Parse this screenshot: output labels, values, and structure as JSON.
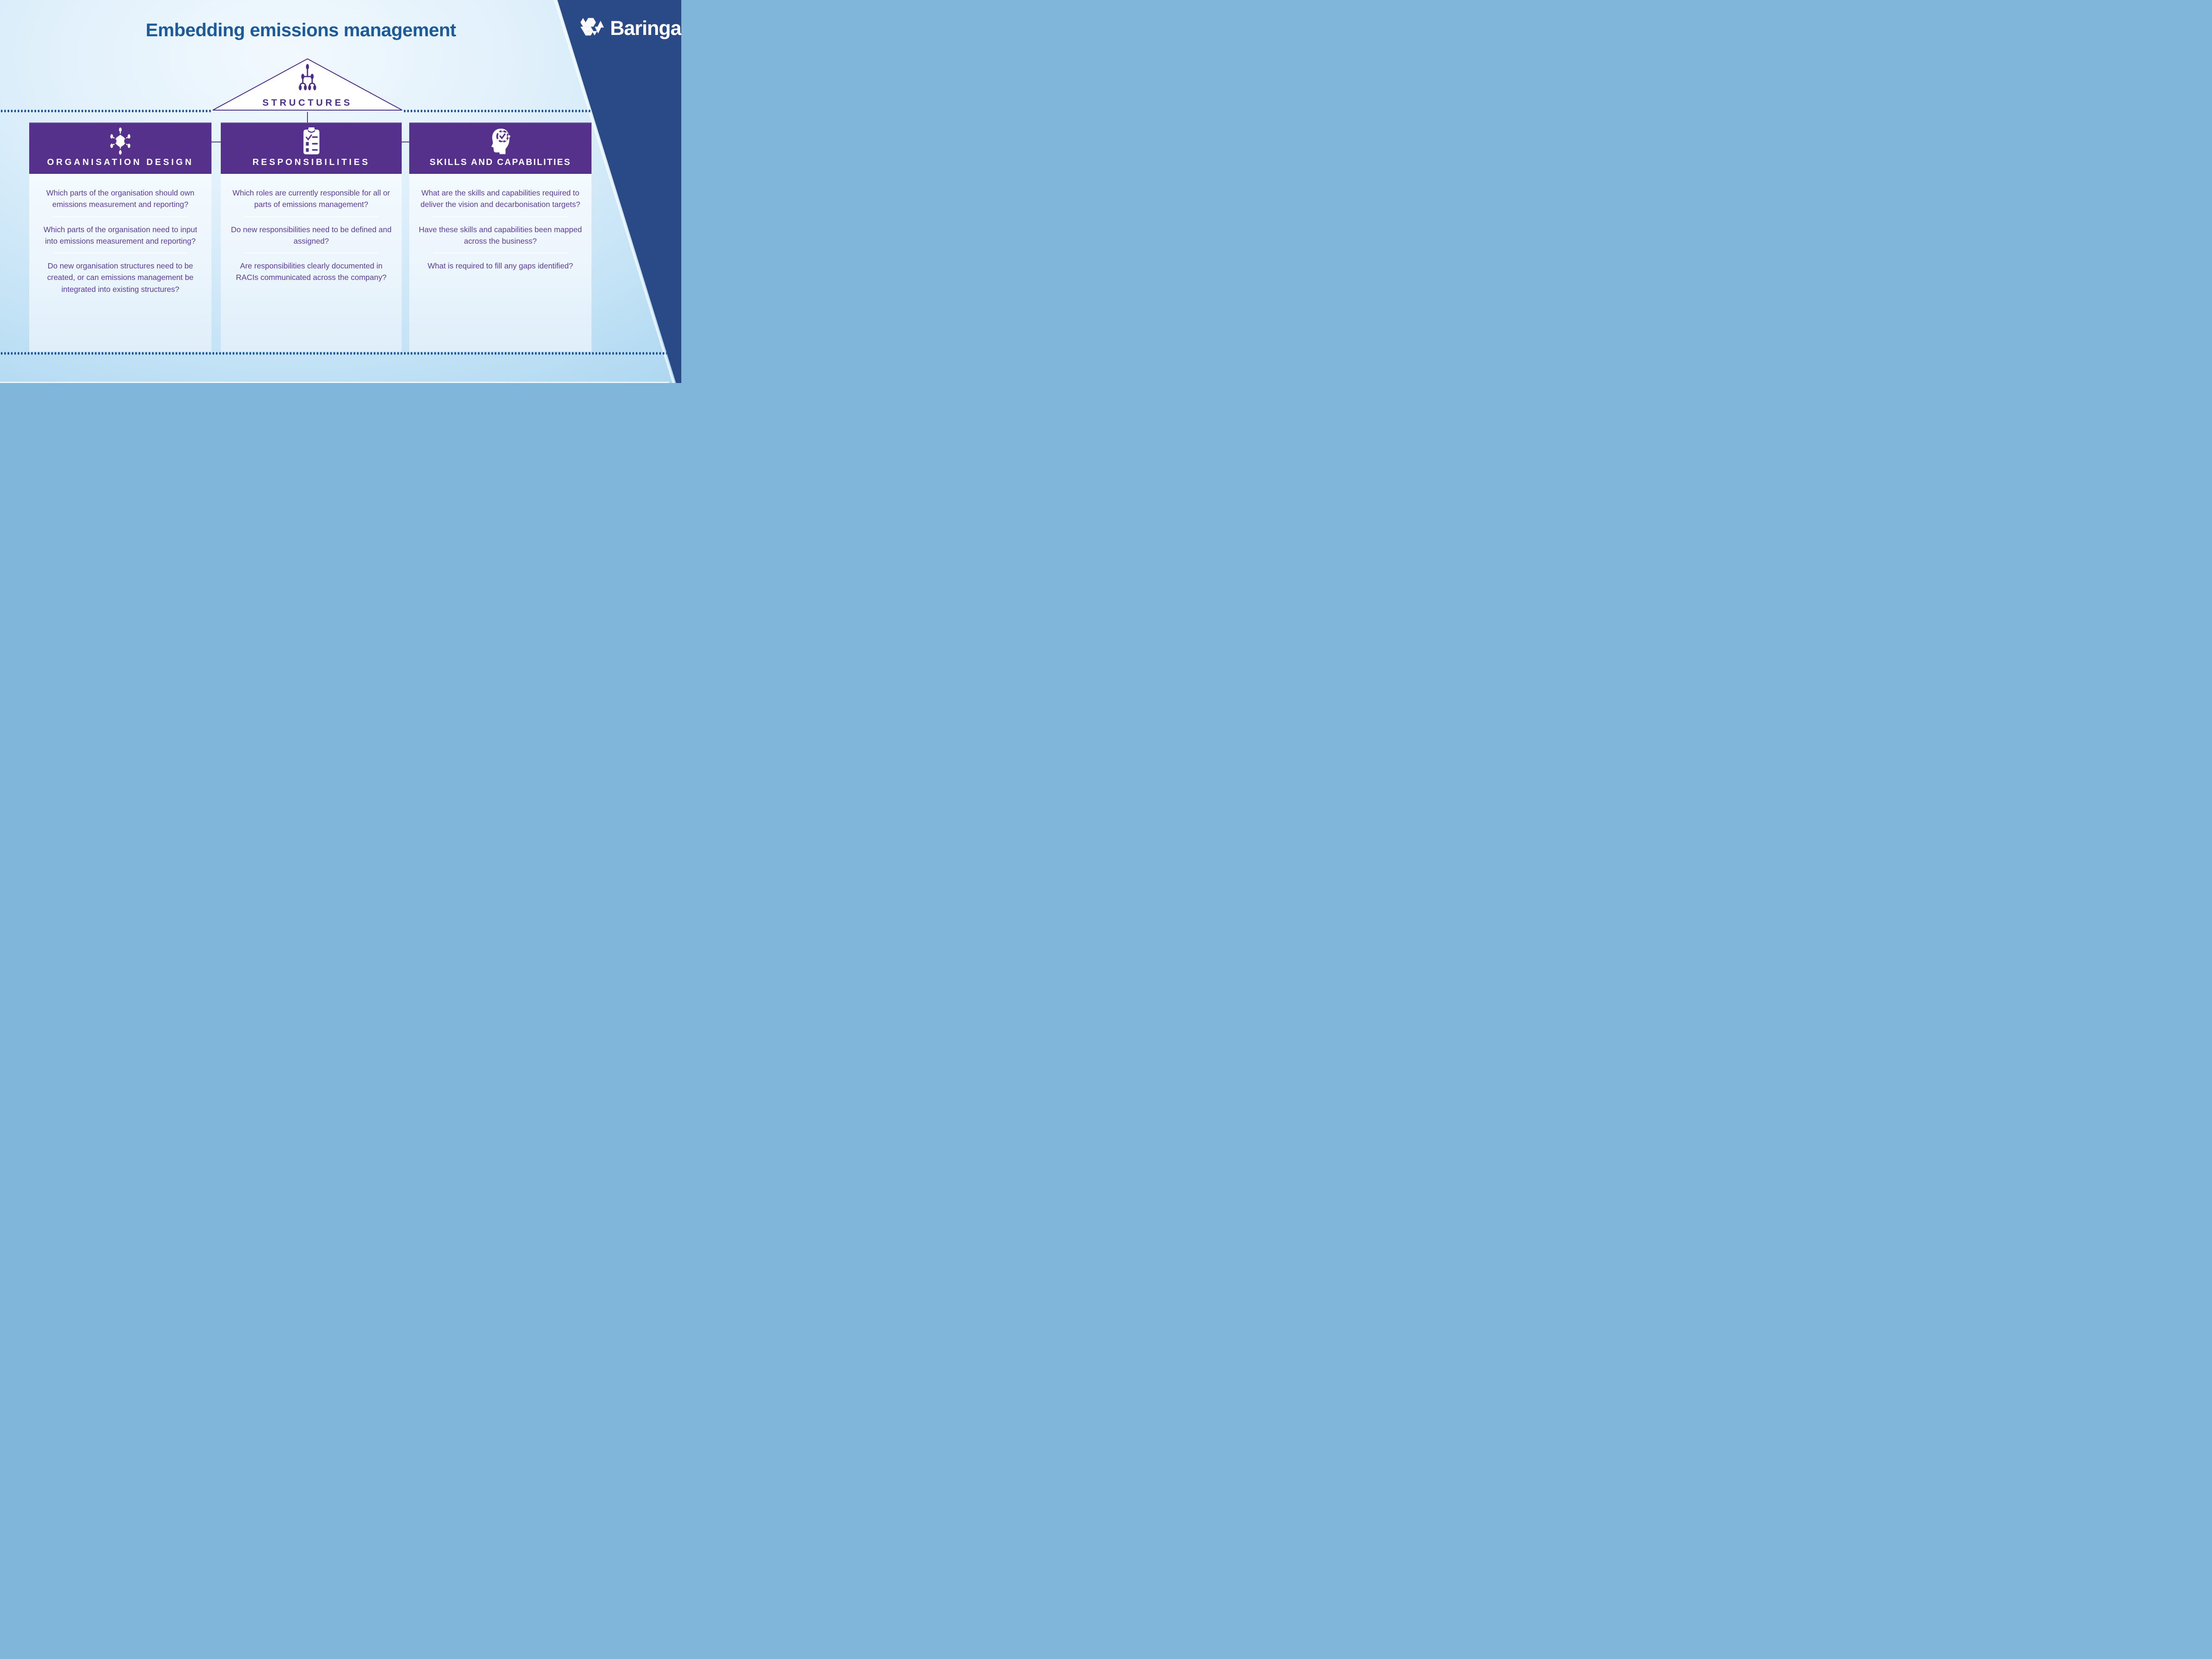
{
  "title": "Embedding emissions management",
  "brand": {
    "name": "Baringa"
  },
  "top_node": {
    "label": "STRUCTURES",
    "icon": "org-chart-icon"
  },
  "columns": [
    {
      "header": "ORGANISATION DESIGN",
      "icon": "network-nodes-icon",
      "questions": [
        "Which parts of the organisation should own emissions measurement and reporting?",
        "Which parts of the organisation need to input into emissions measurement and reporting?",
        "Do new organisation structures need to be created, or can emissions management be integrated into existing structures?"
      ]
    },
    {
      "header": "RESPONSIBILITIES",
      "icon": "checklist-clipboard-icon",
      "questions": [
        "Which roles are currently responsible for all or parts of emissions management?",
        "Do new responsibilities need to be defined and assigned?",
        "Are responsibilities clearly documented in RACIs communicated across the company?"
      ]
    },
    {
      "header": "SKILLS AND CAPABILITIES",
      "icon": "head-gear-check-icon",
      "questions": [
        "What are the skills and capabilities required to deliver the vision and decarbonisation targets?",
        "Have these skills and capabilities been mapped across the business?",
        "What is required to fill any gaps identified?"
      ]
    }
  ],
  "colors": {
    "header_purple": "#56318c",
    "question_purple": "#5b3b99",
    "title_blue": "#1d5a99",
    "band_navy": "#294a87",
    "dot_blue": "#1d4f92",
    "line_purple": "#4b2e86"
  }
}
